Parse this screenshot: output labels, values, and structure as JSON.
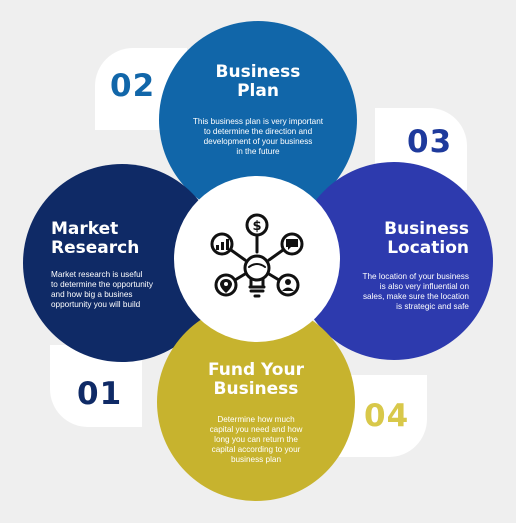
{
  "steps": [
    {
      "number": "02",
      "title": "Business\nPlan",
      "description": "This business plan is very important\nto determine the direction and\ndevelopment of your business\nin the future",
      "color": "#1166a9"
    },
    {
      "number": "03",
      "title": "Business\nLocation",
      "description": "The location of your business\nis also very influential on\nsales, make sure the location\nis strategic and safe",
      "color": "#2d3aae"
    },
    {
      "number": "01",
      "title": "Market\nResearch",
      "description": "Market research is useful\nto determine the opportunity\nand how big a busines\nopportunity you will build",
      "color": "#0f2a66"
    },
    {
      "number": "04",
      "title": "Fund Your\nBusiness",
      "description": "Determine how much\ncapital you need and how\nlong you can return the\ncapital according to your\nbusiness plan",
      "color": "#c7b32e"
    }
  ],
  "number_colors": {
    "01": "#0f2a66",
    "02": "#1166a9",
    "03": "#1e3a9c",
    "04": "#d8c84a"
  },
  "center_icon": "business-idea-icon"
}
